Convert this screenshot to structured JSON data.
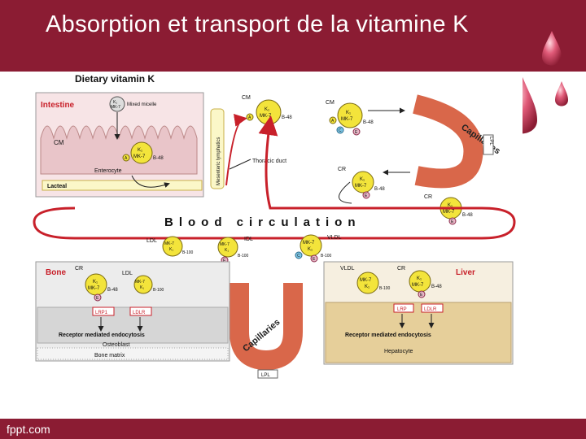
{
  "slide": {
    "title": "Absorption et transport de la vitamine K",
    "footer": "fppt.com",
    "colors": {
      "brand": "#8b1c33",
      "vessel": "#d9674a",
      "molecule": "#f3e43b"
    }
  },
  "diagram": {
    "top_title": "Dietary vitamin K",
    "circulation": "Blood circulation",
    "intestine": {
      "title": "Intestine",
      "micelle": "Mixed micelle",
      "cm": "CM",
      "enterocyte": "Enterocyte",
      "lacteal": "Lacteal",
      "lymphatics": "Mesenteric lymphatics",
      "thoracic": "Thoracic duct"
    },
    "labels": {
      "cm": "CM",
      "cr": "CR",
      "ldl": "LDL",
      "idl": "IDL",
      "vldl": "VLDL",
      "k1": "K₁",
      "mk7": "MK-7",
      "a": "A",
      "c": "C",
      "e": "E",
      "b48": "B-48",
      "b100": "B-100",
      "lpl": "LPL",
      "capillaries": "Capillaries"
    },
    "bone": {
      "title": "Bone",
      "lrp1": "LRP1",
      "ldlr": "LDLR",
      "rme": "Receptor mediated endocytosis",
      "cell": "Osteoblast",
      "matrix": "Bone matrix"
    },
    "liver": {
      "title": "Liver",
      "lrp": "LRP",
      "ldlr": "LDLR",
      "rme": "Receptor mediated endocytosis",
      "cell": "Hepatocyte"
    }
  }
}
